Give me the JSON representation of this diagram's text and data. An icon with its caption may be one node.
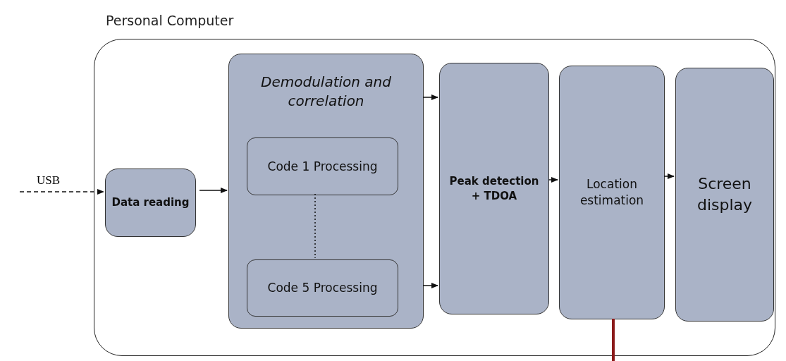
{
  "diagram": {
    "nodes": [
      {
        "text": [
          "Personal Computer"
        ]
      },
      {
        "text": [
          "Data reading"
        ],
        "in": 0
      },
      {
        "text": [
          "Demodulation and correlation"
        ],
        "in": 0
      },
      {
        "text": [
          "Code 1 Processing"
        ],
        "in": 2
      },
      {
        "text": [
          "Code 5 Processing"
        ],
        "in": 2
      },
      {
        "text": [
          "Peak detection + TDOA"
        ],
        "in": 0
      },
      {
        "text": [
          "Location estimation"
        ],
        "in": 0
      },
      {
        "text": [
          "Screen display"
        ],
        "in": 0
      }
    ],
    "edges": [
      {
        "from": null,
        "to": 1,
        "arrow": "to",
        "label": "USB",
        "style": "dashed"
      },
      {
        "from": 1,
        "to": 2,
        "arrow": "to"
      },
      {
        "from": 2,
        "to": 5,
        "arrow": "to"
      },
      {
        "from": 2,
        "to": 5,
        "arrow": "to"
      },
      {
        "from": 3,
        "to": 4,
        "arrow": "none",
        "style": "dashed"
      },
      {
        "from": 5,
        "to": 6,
        "arrow": "to"
      },
      {
        "from": 6,
        "to": 7,
        "arrow": "to"
      },
      {
        "from": 6,
        "to": null,
        "arrow": "none",
        "style": "thick",
        "color": "#8b1a1a"
      }
    ]
  }
}
